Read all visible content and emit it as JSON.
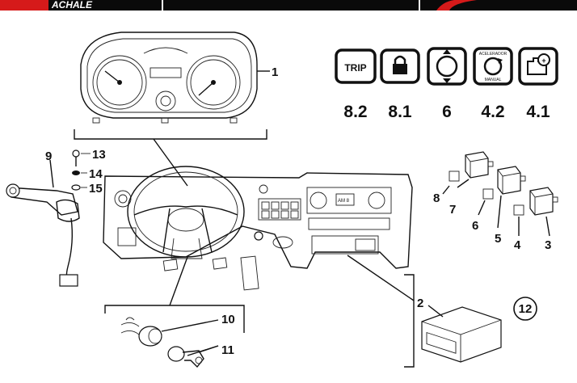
{
  "header": {
    "brand_text": "ACHALE",
    "brand_color": "#d61a1a"
  },
  "icons": [
    {
      "id": "trip",
      "text": "TRIP",
      "label": "8.2"
    },
    {
      "id": "lock",
      "label": "8.1"
    },
    {
      "id": "rotate",
      "label": "6"
    },
    {
      "id": "accelerator",
      "top_text": "ACELERADOR",
      "bottom_text": "MANUAL",
      "label": "4.2"
    },
    {
      "id": "engine-preheat",
      "label": "4.1"
    }
  ],
  "callouts": {
    "cluster": "1",
    "stalk": "9",
    "screw": "13",
    "washer": "14",
    "nut": "15",
    "switch_8": "8",
    "switch_7": "7",
    "switch_6": "6",
    "switch_5": "5",
    "switch_4": "4",
    "switch_3": "3",
    "radio": "2",
    "radio_circle": "12",
    "ignition": "10",
    "keys": "11"
  },
  "radio_display": "AM 8"
}
